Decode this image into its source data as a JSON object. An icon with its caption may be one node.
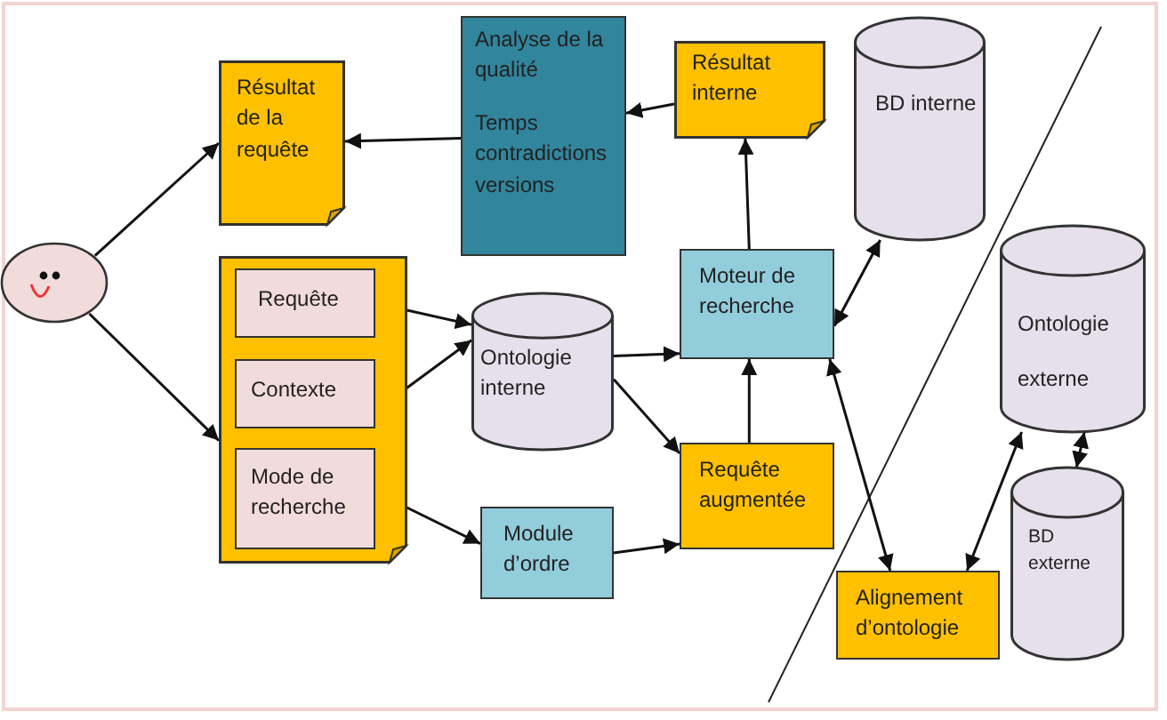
{
  "diagram": {
    "nodes": [
      {
        "text": [],
        "shape": "circle"
      },
      {
        "text": [
          "Résultat de la requête"
        ]
      },
      {
        "text": [
          "Analyse de la qualité",
          "Temps contradictions versions"
        ]
      },
      {
        "text": [
          "Résultat interne"
        ]
      },
      {
        "text": [
          "BD interne"
        ]
      },
      {
        "text": [],
        "shape": "box"
      },
      {
        "text": [
          "Requête"
        ],
        "in": 5
      },
      {
        "text": [
          "Contexte"
        ],
        "in": 5
      },
      {
        "text": [
          "Mode de recherche"
        ],
        "in": 5
      },
      {
        "text": [
          "Ontologie interne"
        ]
      },
      {
        "text": [
          "Moteur de recherche"
        ]
      },
      {
        "text": [
          "Ontologie externe"
        ]
      },
      {
        "text": [
          "Module d’ordre"
        ]
      },
      {
        "text": [
          "Requête augmentée"
        ]
      },
      {
        "text": [
          "BD externe"
        ]
      },
      {
        "text": [
          "Alignement d’ontologie"
        ]
      }
    ],
    "edges": [
      {
        "from": 0,
        "to": 1,
        "arrow": "to"
      },
      {
        "from": 0,
        "to": 5,
        "arrow": "to"
      },
      {
        "from": 2,
        "to": 1,
        "arrow": "to"
      },
      {
        "from": 3,
        "to": 2,
        "arrow": "to"
      },
      {
        "from": 10,
        "to": 3,
        "arrow": "to"
      },
      {
        "from": 10,
        "to": 4,
        "arrow": "both"
      },
      {
        "from": 6,
        "to": 9,
        "arrow": "to"
      },
      {
        "from": 7,
        "to": 9,
        "arrow": "to"
      },
      {
        "from": 8,
        "to": 12,
        "arrow": "to"
      },
      {
        "from": 9,
        "to": 10,
        "arrow": "to"
      },
      {
        "from": 9,
        "to": 13,
        "arrow": "to"
      },
      {
        "from": 12,
        "to": 13,
        "arrow": "to"
      },
      {
        "from": 13,
        "to": 10,
        "arrow": "to"
      },
      {
        "from": 10,
        "to": 15,
        "arrow": "both"
      },
      {
        "from": 15,
        "to": 11,
        "arrow": "both"
      },
      {
        "from": 11,
        "to": 14,
        "arrow": "both"
      }
    ]
  }
}
